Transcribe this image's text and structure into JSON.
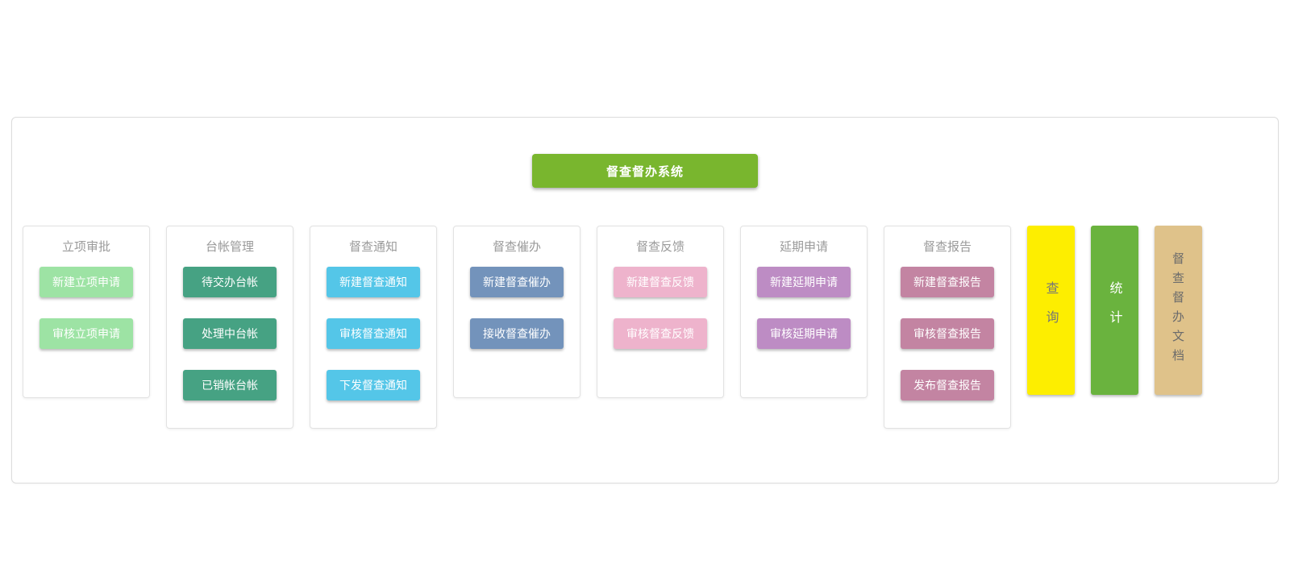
{
  "header": {
    "title": "督查督办系统",
    "color": "#79b62e"
  },
  "columns": [
    {
      "title": "立项审批",
      "color": "#9de3a4",
      "buttons": [
        "新建立项申请",
        "审核立项申请"
      ]
    },
    {
      "title": "台帐管理",
      "color": "#46a283",
      "buttons": [
        "待交办台帐",
        "处理中台帐",
        "已销帐台帐"
      ]
    },
    {
      "title": "督查通知",
      "color": "#54c6e8",
      "buttons": [
        "新建督查通知",
        "审核督查通知",
        "下发督查通知"
      ]
    },
    {
      "title": "督查催办",
      "color": "#7393bb",
      "buttons": [
        "新建督查催办",
        "接收督查催办"
      ]
    },
    {
      "title": "督查反馈",
      "color": "#eeb3cc",
      "buttons": [
        "新建督查反馈",
        "审核督查反馈"
      ]
    },
    {
      "title": "延期申请",
      "color": "#bd8cc4",
      "buttons": [
        "新建延期申请",
        "审核延期申请"
      ]
    },
    {
      "title": "督查报告",
      "color": "#c384a2",
      "buttons": [
        "新建督查报告",
        "审核督查报告",
        "发布督查报告"
      ]
    }
  ],
  "sidebars": [
    {
      "label": "查询",
      "background": "#fdee00",
      "text_color": "#777777"
    },
    {
      "label": "统计",
      "background": "#6ab33e",
      "text_color": "#ffffff"
    },
    {
      "label": "督查督办文档",
      "background": "#dfc28a",
      "text_color": "#6b6b6b"
    }
  ]
}
